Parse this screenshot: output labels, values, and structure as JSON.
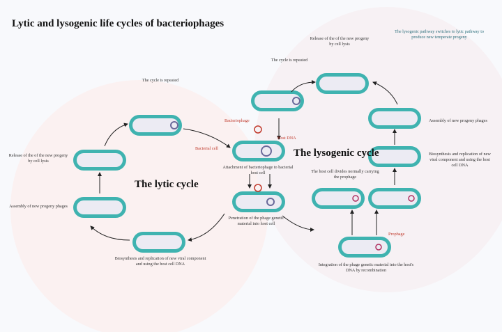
{
  "title": "Lytic and lysogenic life cycles of bacteriophages",
  "lytic": {
    "title": "The lytic cycle",
    "cycle_repeated": "The cycle is repeated",
    "release": "Release of the of the new progeny by cell lysis",
    "assembly": "Assembly of new progeny phages",
    "biosynthesis": "Biosynthesis and replication of new viral component and  using the host cell DNA"
  },
  "center": {
    "bacteriophage_label": "Bacteriophage",
    "host_dna_label": "Host DNA",
    "bacterial_cell_label": "Bacterial cell",
    "attachment": "Attachment of bacteriophage to bacterial host cell",
    "penetration": "Penetration of the phage genetic material into host cell"
  },
  "lysogenic": {
    "title": "The lysogenic cycle",
    "cycle_repeated": "The cycle is repeated",
    "release": "Release of the of the new progeny by cell lysis",
    "switch_note": "The lysogenic pathway switches to  lytic pathway to produce new temperate progeny",
    "assembly": "Assembly of new progeny phages",
    "biosynthesis": "Biosynthesis and replication of new viral component and  using the host cell DNA",
    "divides": "The host cell divides normally carrying the prophage",
    "prophage_label": "Prophage",
    "integration": "Integration of the phage genetic material into the host's DNA by recombination"
  },
  "colors": {
    "cell": "#3fb3b0",
    "cell_inner": "#ecebf3",
    "label_red": "#c0392b",
    "note_teal": "#2a6d7a"
  }
}
